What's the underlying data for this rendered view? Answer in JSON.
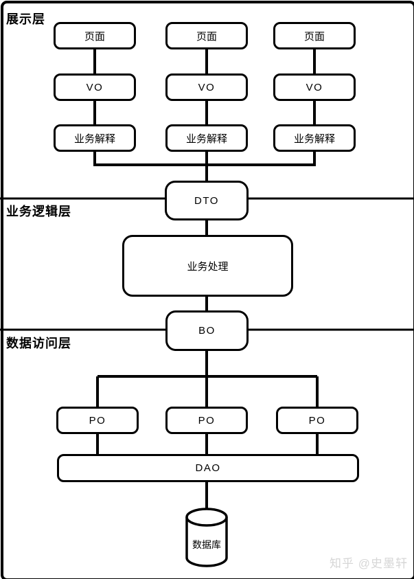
{
  "diagram": {
    "layers": [
      {
        "label": "展示层"
      },
      {
        "label": "业务逻辑层"
      },
      {
        "label": "数据访问层"
      }
    ],
    "nodes": {
      "page": "页面",
      "vo": "VO",
      "interpret": "业务解释",
      "dto": "DTO",
      "process": "业务处理",
      "bo": "BO",
      "po": "PO",
      "dao": "DAO",
      "database": "数据库"
    },
    "watermark": "知乎 @史墨轩",
    "colors": {
      "line": "#000000",
      "background": "#ffffff",
      "watermark": "#d6d6d6"
    }
  }
}
